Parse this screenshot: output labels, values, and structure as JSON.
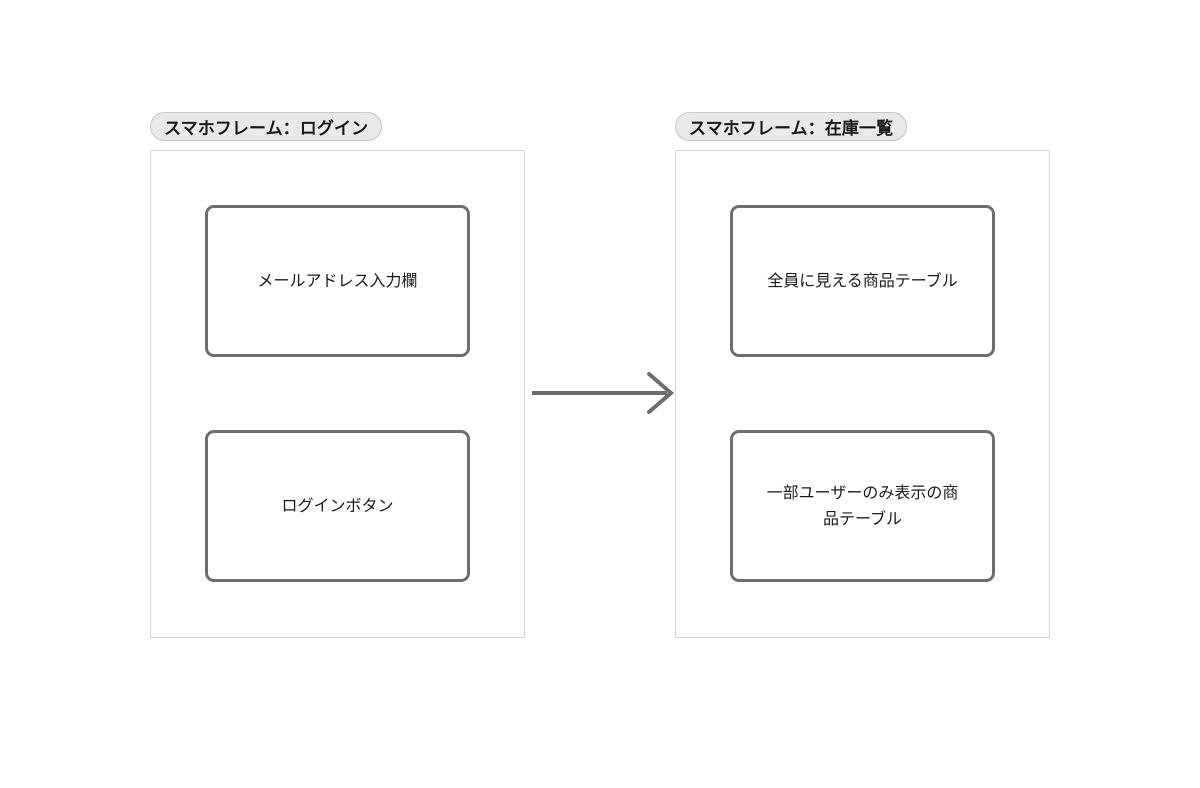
{
  "diagram": {
    "frames": [
      {
        "id": "login",
        "title": "スマホフレーム：ログイン",
        "nodes": [
          {
            "id": "email-input",
            "label": "メールアドレス入力欄"
          },
          {
            "id": "login-button",
            "label": "ログインボタン"
          }
        ]
      },
      {
        "id": "stock-list",
        "title": "スマホフレーム：在庫一覧",
        "nodes": [
          {
            "id": "public-product-table",
            "label": "全員に見える商品テーブル"
          },
          {
            "id": "restricted-product-table",
            "label": "一部ユーザーのみ表示の商\n品テーブル"
          }
        ]
      }
    ],
    "connector": {
      "id": "login-to-stock",
      "type": "arrow",
      "direction": "right",
      "label": ""
    },
    "colors": {
      "background": "#ffffff",
      "frame_border": "#d5d5d5",
      "badge_fill": "#e9e9e9",
      "badge_border": "#c6c6c6",
      "node_border": "#6e6e6e",
      "text": "#1b1b1b",
      "arrow": "#6e6e6e"
    }
  }
}
